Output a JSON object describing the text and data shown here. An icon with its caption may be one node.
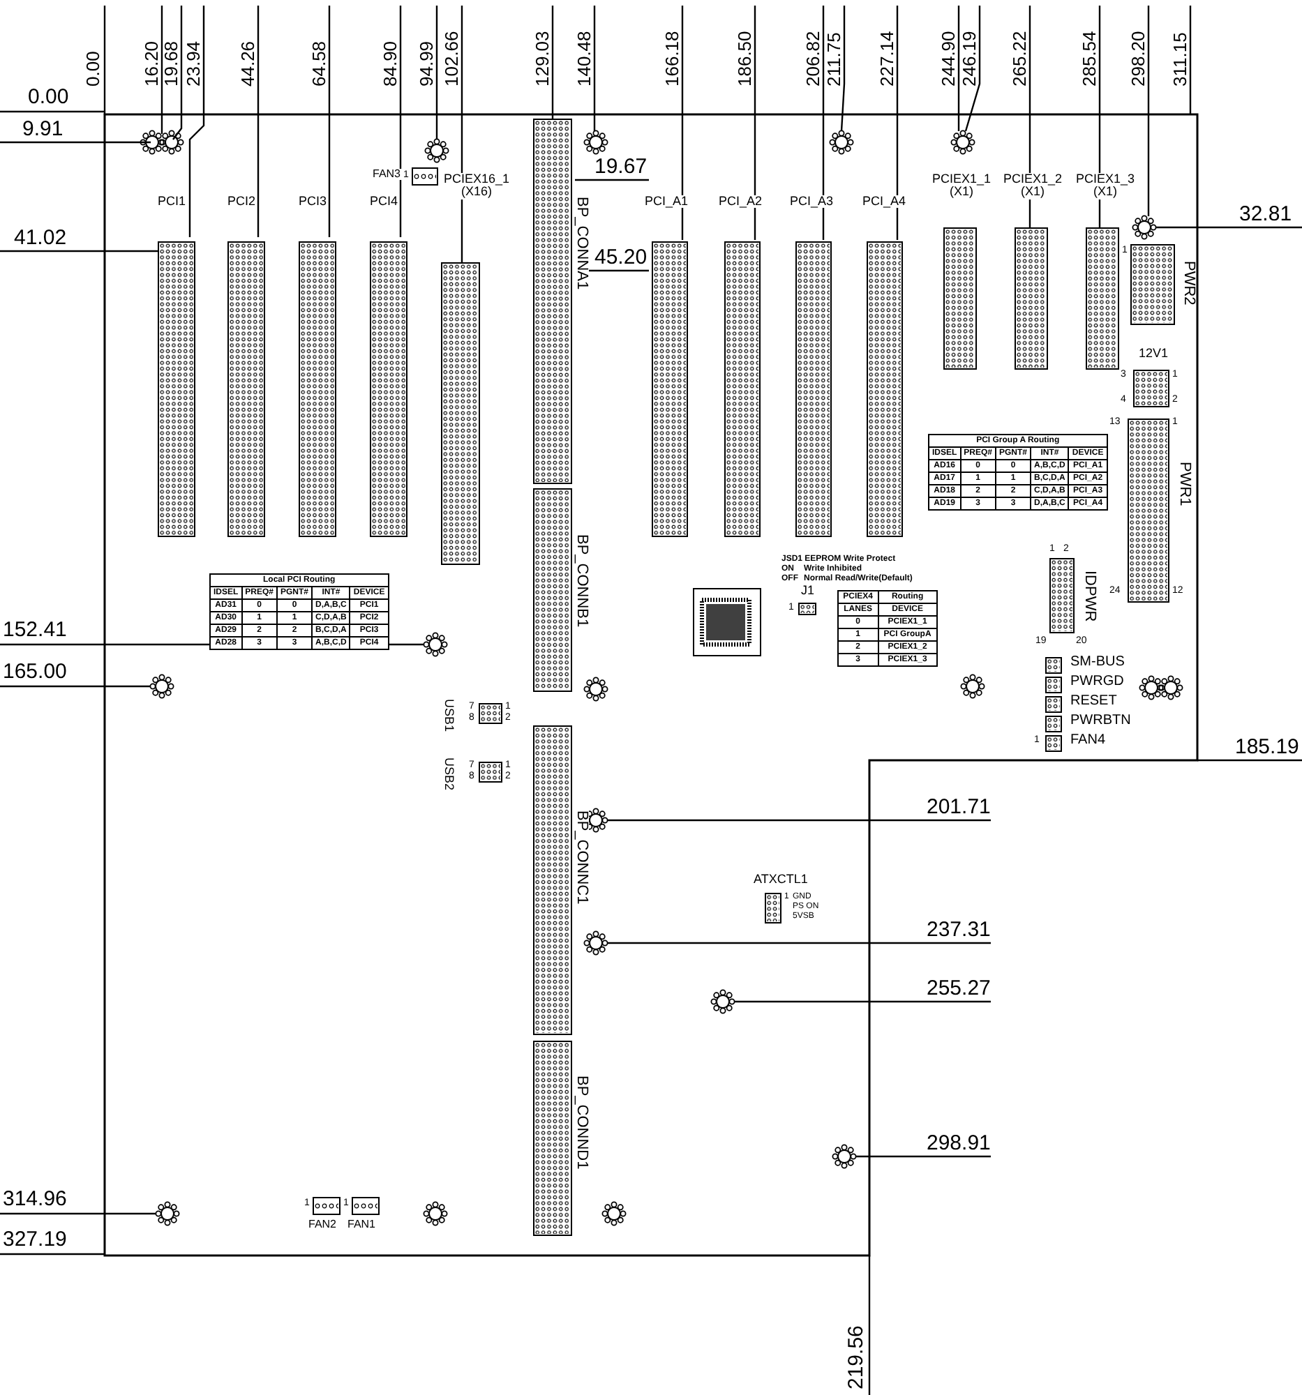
{
  "diagram": {
    "nodes": [
      {
        "text": [
          "PCI1"
        ]
      },
      {
        "text": [
          "PCI2"
        ]
      },
      {
        "text": [
          "PCI3"
        ]
      },
      {
        "text": [
          "PCI4"
        ]
      },
      {
        "text": [
          "FAN3"
        ]
      },
      {
        "text": [
          "PCIEX16_1",
          "(X16)"
        ]
      },
      {
        "text": [
          "BP_CONNA1"
        ]
      },
      {
        "text": [
          "PCI_A1"
        ]
      },
      {
        "text": [
          "PCI_A2"
        ]
      },
      {
        "text": [
          "PCI_A3"
        ]
      },
      {
        "text": [
          "PCI_A4"
        ]
      },
      {
        "text": [
          "PCIEX1_1",
          "(X1)"
        ]
      },
      {
        "text": [
          "PCIEX1_2",
          "(X1)"
        ]
      },
      {
        "text": [
          "PCIEX1_3",
          "(X1)"
        ]
      },
      {
        "text": [
          "PWR2"
        ]
      },
      {
        "text": [
          "12V1"
        ]
      },
      {
        "text": [
          "PWR1"
        ]
      },
      {
        "text": [
          "BP_CONNB1"
        ]
      },
      {
        "text": [
          "J1"
        ]
      },
      {
        "text": [
          "IDPWR"
        ]
      },
      {
        "text": [
          "SM-BUS"
        ]
      },
      {
        "text": [
          "PWRGD"
        ]
      },
      {
        "text": [
          "RESET"
        ]
      },
      {
        "text": [
          "PWRBTN"
        ]
      },
      {
        "text": [
          "FAN4"
        ]
      },
      {
        "text": [
          "USB1"
        ]
      },
      {
        "text": [
          "USB2"
        ]
      },
      {
        "text": [
          "BP_CONNC1"
        ]
      },
      {
        "text": [
          "ATXCTL1"
        ]
      },
      {
        "text": [
          "BP_CONND1"
        ]
      },
      {
        "text": [
          "FAN2"
        ]
      },
      {
        "text": [
          "FAN1"
        ]
      }
    ],
    "labels": [
      "0.00",
      "16.20",
      "19.68",
      "23.94",
      "44.26",
      "64.58",
      "84.90",
      "94.99",
      "102.66",
      "129.03",
      "140.48",
      "166.18",
      "186.50",
      "206.82",
      "211.75",
      "227.14",
      "244.90",
      "246.19",
      "265.22",
      "285.54",
      "298.20",
      "311.15",
      "0.00",
      "9.91",
      "41.02",
      "152.41",
      "165.00",
      "314.96",
      "327.19",
      "19.67",
      "45.20",
      "32.81",
      "185.19",
      "201.71",
      "237.31",
      "255.27",
      "298.91",
      "219.56",
      "Local PCI Routing",
      "IDSEL",
      "PREQ#",
      "PGNT#",
      "INT#",
      "DEVICE",
      "AD31",
      "0",
      "0",
      "D,A,B,C",
      "PCI1",
      "AD30",
      "1",
      "1",
      "C,D,A,B",
      "PCI2",
      "AD29",
      "2",
      "2",
      "B,C,D,A",
      "PCI3",
      "AD28",
      "3",
      "3",
      "A,B,C,D",
      "PCI4",
      "PCI Group A Routing",
      "IDSEL",
      "PREQ#",
      "PGNT#",
      "INT#",
      "DEVICE",
      "AD16",
      "0",
      "0",
      "A,B,C,D",
      "PCI_A1",
      "AD17",
      "1",
      "1",
      "B,C,D,A",
      "PCI_A2",
      "AD18",
      "2",
      "2",
      "C,D,A,B",
      "PCI_A3",
      "AD19",
      "3",
      "3",
      "D,A,B,C",
      "PCI_A4",
      "JSD1 EEPROM Write Protect",
      "ON",
      "Write Inhibited",
      "OFF",
      "Normal Read/Write(Default)",
      "PCIEX4",
      "Routing",
      "LANES",
      "DEVICE",
      "0",
      "PCIEX1_1",
      "1",
      "PCI GroupA",
      "2",
      "PCIEX1_2",
      "3",
      "PCIEX1_3",
      "1",
      "1",
      "3",
      "1",
      "4",
      "2",
      "13",
      "1",
      "24",
      "12",
      "1",
      "2",
      "19",
      "20",
      "1",
      "1",
      "7",
      "8",
      "1",
      "2",
      "7",
      "8",
      "1",
      "2",
      "1",
      "GND",
      "PS ON",
      "5VSB",
      "1",
      "1"
    ]
  }
}
